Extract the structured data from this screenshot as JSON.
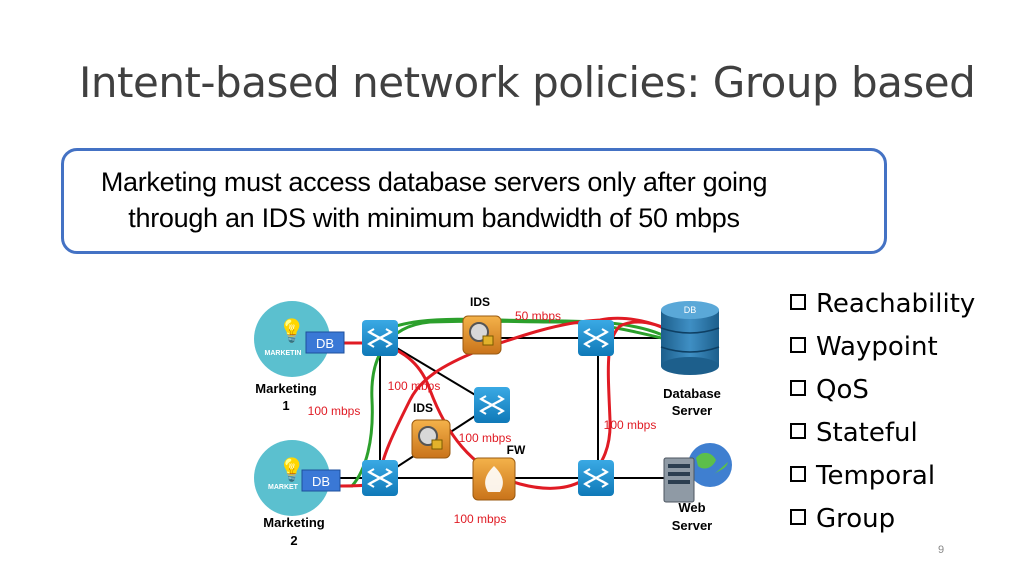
{
  "slide": {
    "title": "Intent-based network policies: Group based",
    "intent_line1": "Marketing must access database servers only after going",
    "intent_line2": "through an IDS with minimum bandwidth of 50 mbps",
    "page_number": "9"
  },
  "diagram": {
    "marketing1_label_line1": "Marketing",
    "marketing1_label_line2": "1",
    "marketing1_logo_text": "MARKETIN",
    "marketing2_label_line1": "Marketing",
    "marketing2_label_line2": "2",
    "marketing2_logo_text": "MARKET",
    "db_tag": "DB",
    "ids_top_label": "IDS",
    "ids_mid_label": "IDS",
    "fw_label": "FW",
    "database_server_line1": "Database",
    "database_server_line2": "Server",
    "database_icon_text": "DB",
    "web_server_line1": "Web",
    "web_server_line2": "Server",
    "bw_50": "50 mbps",
    "bw_100_top": "100 mbps",
    "bw_100_left": "100 mbps",
    "bw_100_mid": "100 mbps",
    "bw_100_right": "100 mbps",
    "bw_100_bottom": "100 mbps",
    "colors": {
      "red_path": "#e01b24",
      "green_path": "#2ca02c",
      "switch": "#1a8fd0",
      "marketing": "#5bc0cf",
      "db_tag": "#3a78d6"
    }
  },
  "checklist": [
    {
      "label": "Reachability"
    },
    {
      "label": "Waypoint"
    },
    {
      "label": "QoS"
    },
    {
      "label": "Stateful"
    },
    {
      "label": "Temporal"
    },
    {
      "label": "Group"
    }
  ]
}
